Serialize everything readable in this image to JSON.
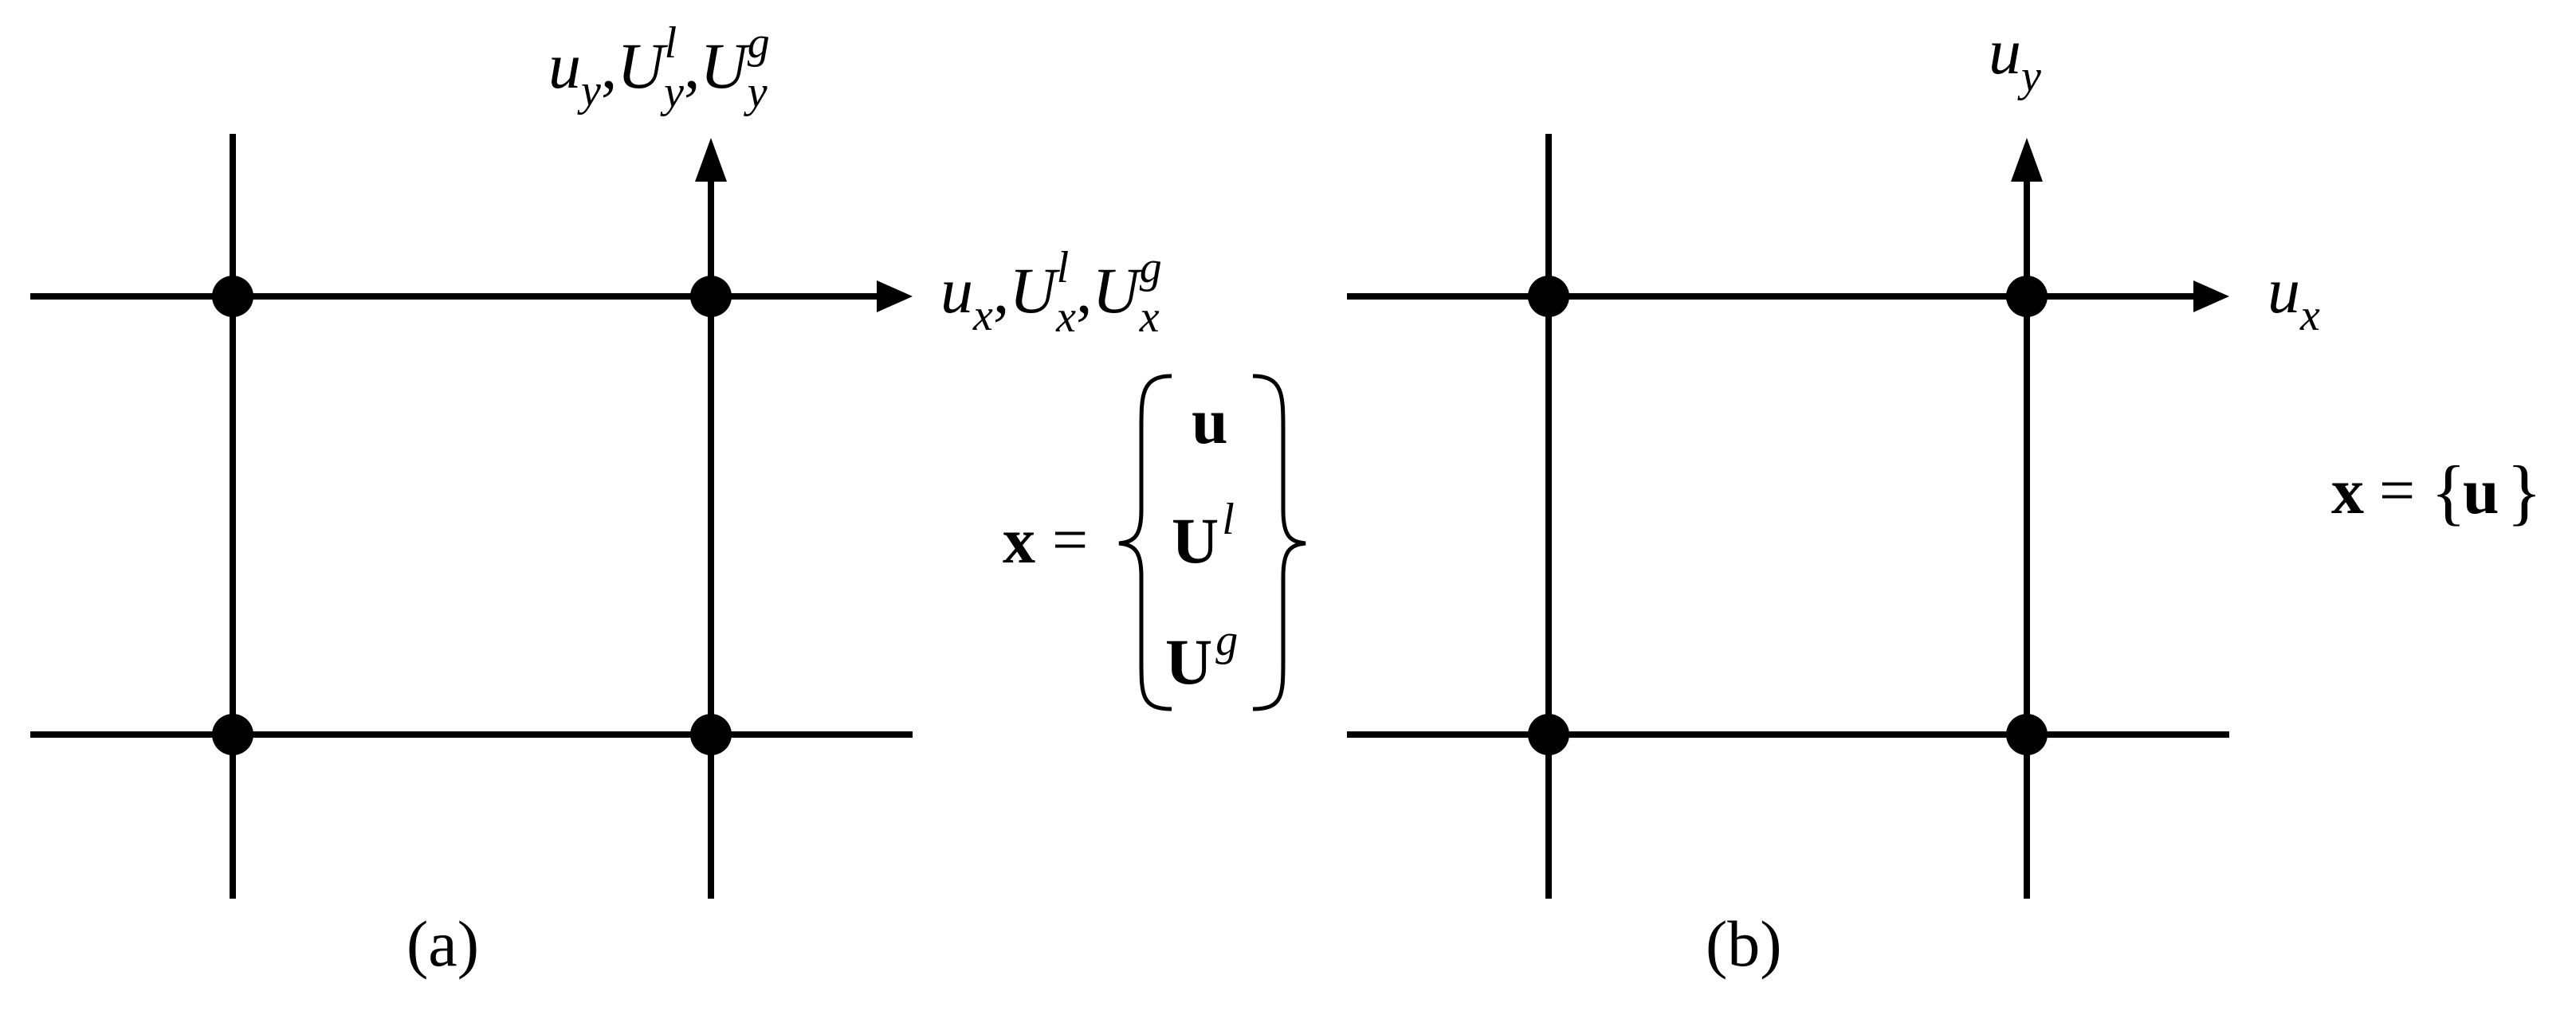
{
  "panel_a": {
    "caption": "(a)",
    "axis_y": {
      "base": "u",
      "sub1": "y",
      "comma1": ",",
      "U1": "U",
      "sup1": "l",
      "sub2": "y",
      "comma2": ",",
      "U2": "U",
      "sup2": "g",
      "sub3": "y"
    },
    "axis_x": {
      "base": "u",
      "sub1": "x",
      "comma1": ",",
      "U1": "U",
      "sup1": "l",
      "sub2": "x",
      "comma2": ",",
      "U2": "U",
      "sup2": "g",
      "sub3": "x"
    },
    "equation": {
      "lhs": "x",
      "eq": "=",
      "row1": "u",
      "row2_base": "U",
      "row2_sup": "l",
      "row3_base": "U",
      "row3_sup": "g"
    }
  },
  "panel_b": {
    "caption": "(b)",
    "axis_y": {
      "base": "u",
      "sub": "y"
    },
    "axis_x": {
      "base": "u",
      "sub": "x"
    },
    "equation": {
      "lhs": "x",
      "eq": "=",
      "open": "{",
      "body": "u",
      "close": "}"
    }
  }
}
